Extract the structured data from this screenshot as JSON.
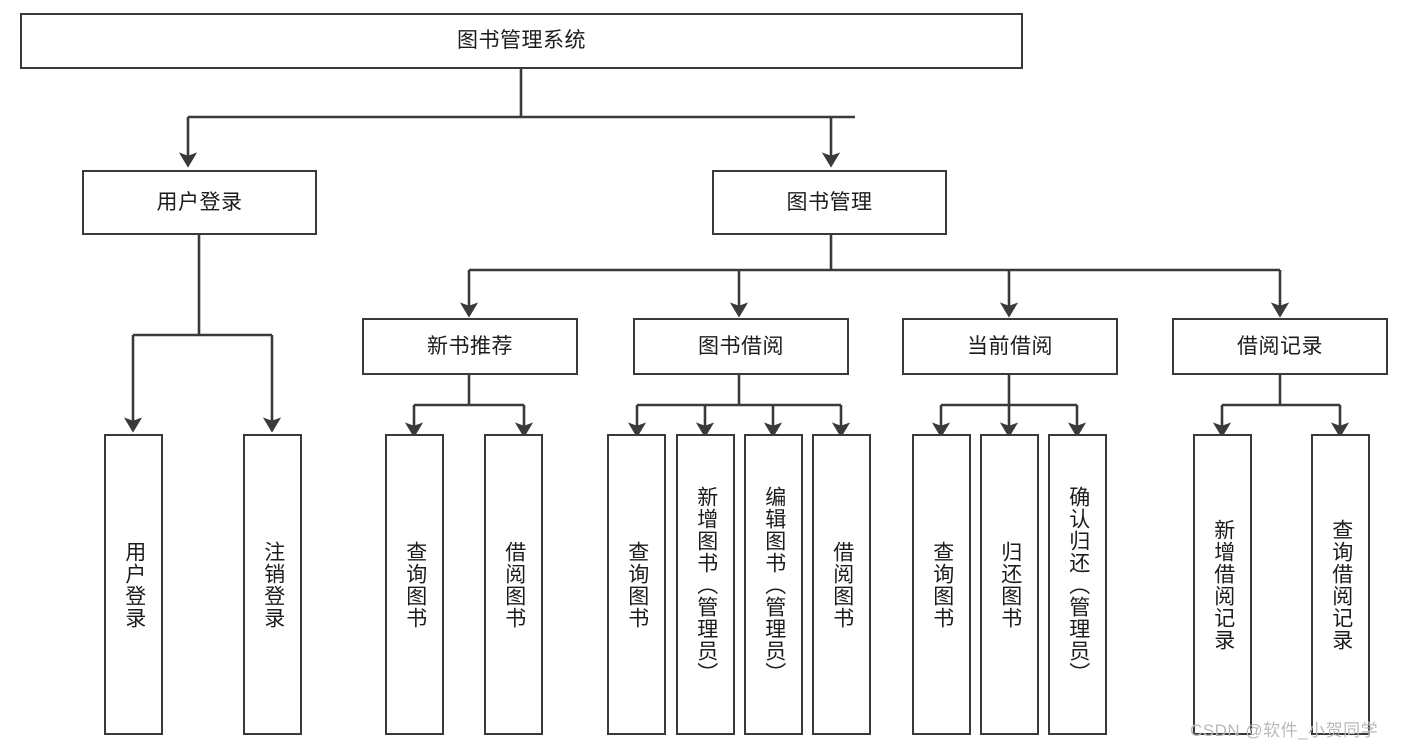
{
  "diagram": {
    "title": "图书管理系统",
    "type": "tree-hierarchy-chart",
    "root": {
      "id": "root",
      "label": "图书管理系统"
    },
    "level2": [
      {
        "id": "user-login",
        "label": "用户登录"
      },
      {
        "id": "book-management",
        "label": "图书管理"
      }
    ],
    "level3": [
      {
        "id": "new-book-recommend",
        "label": "新书推荐",
        "parent": "book-management"
      },
      {
        "id": "book-borrow",
        "label": "图书借阅",
        "parent": "book-management"
      },
      {
        "id": "current-borrow",
        "label": "当前借阅",
        "parent": "book-management"
      },
      {
        "id": "borrow-record",
        "label": "借阅记录",
        "parent": "book-management"
      }
    ],
    "leaves": {
      "user-login": [
        {
          "id": "leaf-user-login",
          "label": "用户登录"
        },
        {
          "id": "leaf-user-logout",
          "label": "注销登录"
        }
      ],
      "new-book-recommend": [
        {
          "id": "leaf-query-book-1",
          "label": "查询图书"
        },
        {
          "id": "leaf-borrow-book-1",
          "label": "借阅图书"
        }
      ],
      "book-borrow": [
        {
          "id": "leaf-query-book-2",
          "label": "查询图书"
        },
        {
          "id": "leaf-add-book",
          "label": "新增图书（管理员）"
        },
        {
          "id": "leaf-edit-book",
          "label": "编辑图书（管理员）"
        },
        {
          "id": "leaf-borrow-book-2",
          "label": "借阅图书"
        }
      ],
      "current-borrow": [
        {
          "id": "leaf-query-book-3",
          "label": "查询图书"
        },
        {
          "id": "leaf-return-book",
          "label": "归还图书"
        },
        {
          "id": "leaf-confirm-return",
          "label": "确认归还（管理员）"
        }
      ],
      "borrow-record": [
        {
          "id": "leaf-add-record",
          "label": "新增借阅记录"
        },
        {
          "id": "leaf-query-record",
          "label": "查询借阅记录"
        }
      ]
    },
    "colors": {
      "box_border": "#3a3a3a",
      "box_fill": "#ffffff",
      "connector": "#3a3a3a",
      "text": "#1c1c1c",
      "watermark": "#b9b9b9"
    }
  },
  "watermark": {
    "text": "CSDN @软件_小贺同学"
  }
}
